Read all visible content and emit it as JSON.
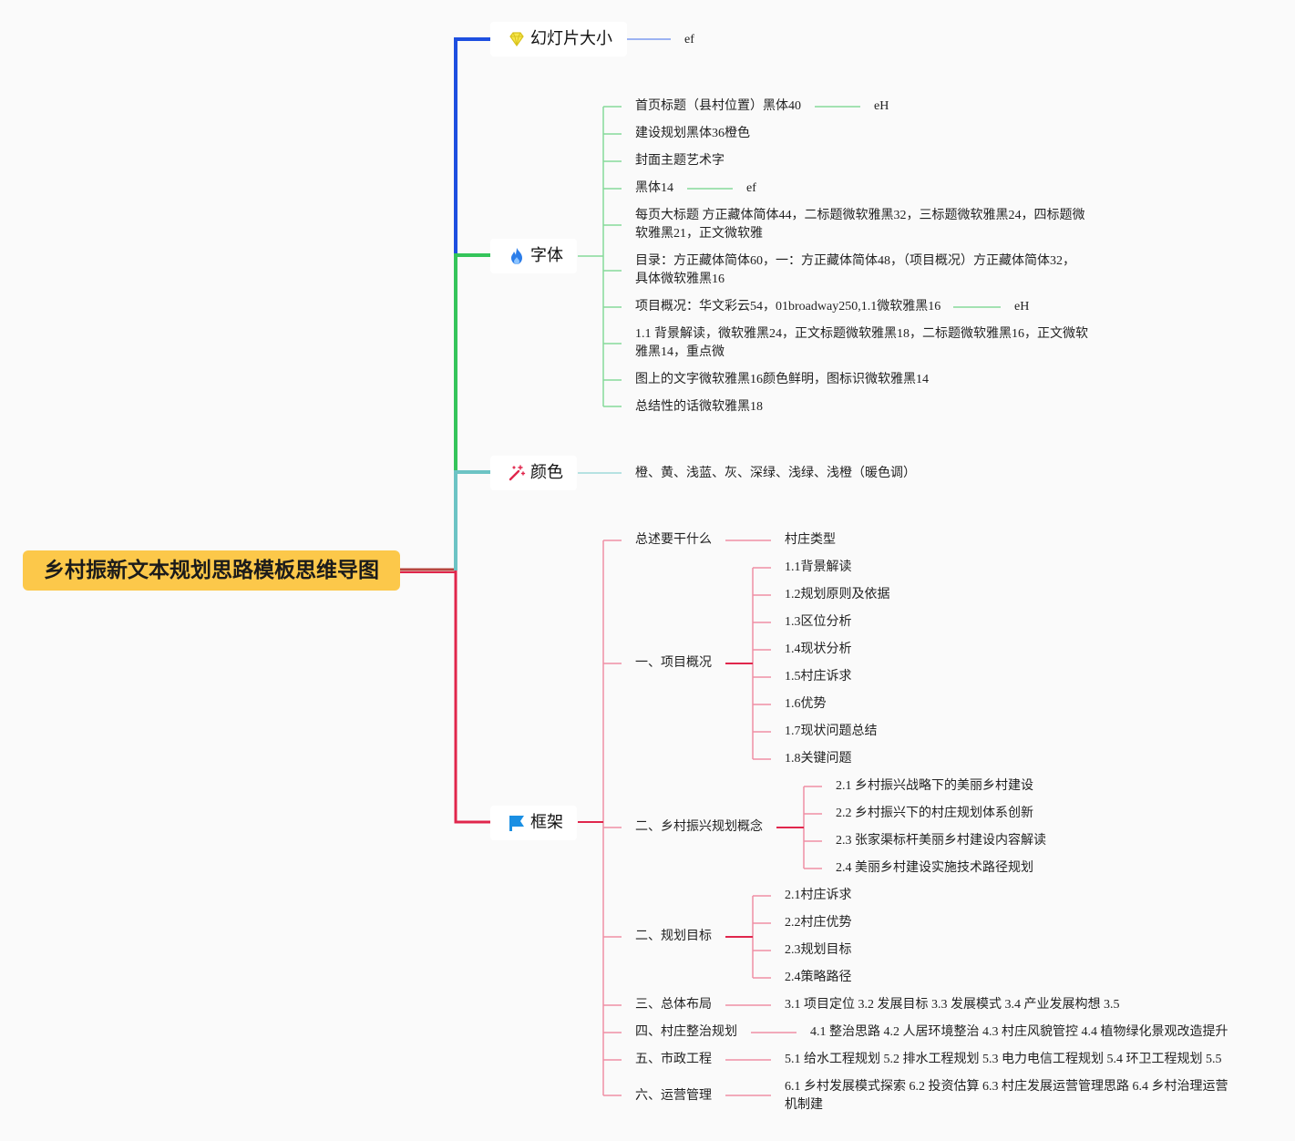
{
  "root": "乡村振新文本规划思路模板思维导图",
  "colors": {
    "root_bg": "#fcc84a",
    "slides": "#1d4fe0",
    "font": "#34c45a",
    "color": "#6cc3c4",
    "frame": "#e0264c"
  },
  "branches": {
    "slides": {
      "label": "幻灯片大小",
      "icon": "diamond-icon",
      "children": [
        "ef"
      ]
    },
    "font": {
      "label": "字体",
      "icon": "fire-icon",
      "children": [
        "首页标题（县村位置）黑体40",
        "eH",
        "建设规划黑体36橙色",
        "封面主题艺术字",
        "黑体14",
        "ef",
        "每页大标题 方正藏体简体44，二标题微软雅黑32，三标题微软雅黑24，四标题微软雅黑21，正文微软雅",
        "目录：方正藏体简体60，一：方正藏体简体48，（项目概况）方正藏体简体32，具体微软雅黑16",
        "项目概况：华文彩云54，01broadway250,1.1微软雅黑16",
        "eH",
        "1.1 背景解读，微软雅黑24，正文标题微软雅黑18，二标题微软雅黑16，正文微软雅黑14，重点微",
        "图上的文字微软雅黑16颜色鲜明，图标识微软雅黑14",
        "总结性的话微软雅黑18"
      ]
    },
    "color": {
      "label": "颜色",
      "icon": "magic-wand-icon",
      "children": [
        "橙、黄、浅蓝、灰、深绿、浅绿、浅橙（暖色调）"
      ]
    },
    "frame": {
      "label": "框架",
      "icon": "flag-icon",
      "children": [
        "总述要干什么",
        "村庄类型",
        "一、项目概况",
        "1.1背景解读",
        "1.2规划原则及依据",
        "1.3区位分析",
        "1.4现状分析",
        "1.5村庄诉求",
        "1.6优势",
        "1.7现状问题总结",
        "1.8关键问题",
        "二、乡村振兴规划概念",
        "2.1 乡村振兴战略下的美丽乡村建设",
        "2.2 乡村振兴下的村庄规划体系创新",
        "2.3 张家渠标杆美丽乡村建设内容解读",
        "2.4 美丽乡村建设实施技术路径规划",
        "二、规划目标",
        "2.1村庄诉求",
        "2.2村庄优势",
        "2.3规划目标",
        "2.4策略路径",
        "三、总体布局",
        "3.1 项目定位 3.2 发展目标 3.3 发展模式 3.4 产业发展构想 3.5",
        "四、村庄整治规划",
        "4.1 整治思路 4.2 人居环境整治 4.3 村庄风貌管控 4.4 植物绿化景观改造提升",
        "五、市政工程",
        "5.1 给水工程规划 5.2 排水工程规划 5.3 电力电信工程规划 5.4 环卫工程规划 5.5",
        "六、运营管理",
        "6.1 乡村发展模式探索 6.2 投资估算 6.3 村庄发展运营管理思路 6.4 乡村治理运营机制建"
      ]
    }
  }
}
